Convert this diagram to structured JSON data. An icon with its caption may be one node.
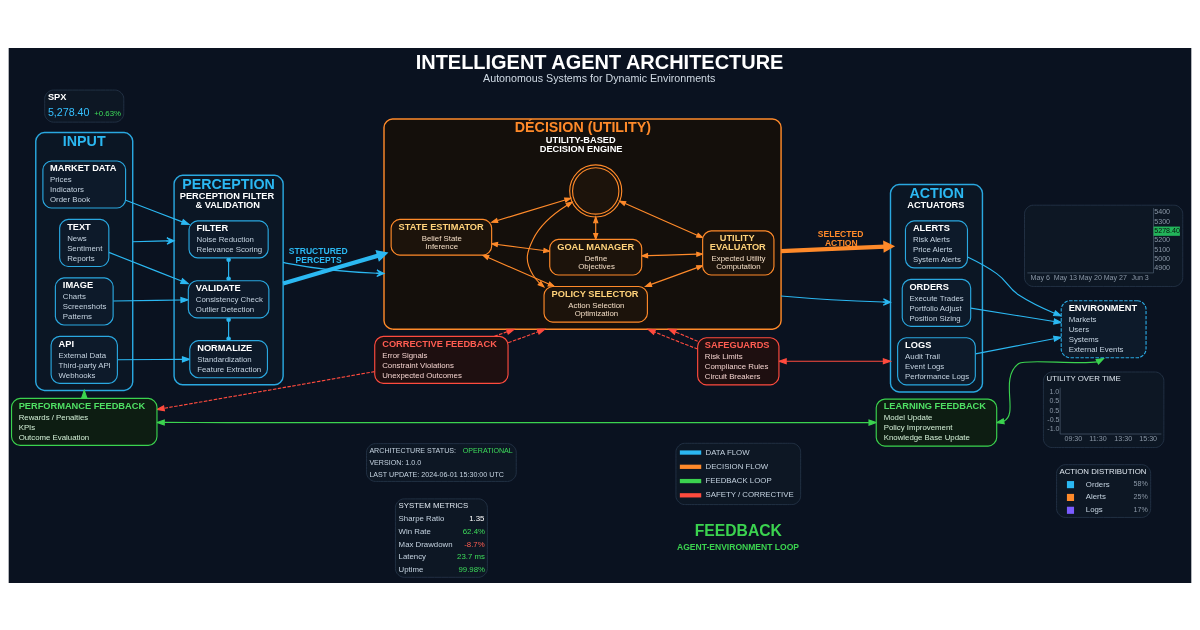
{
  "diagram": {
    "title": "INTELLIGENT AGENT ARCHITECTURE",
    "caption": "Autonomous Systems for Dynamic Environments",
    "nodes": [
      {
        "text": [
          "INPUT"
        ]
      },
      {
        "text": [
          "MARKET DATA",
          "Prices",
          "Indicators",
          "Order Book"
        ],
        "in": 0
      },
      {
        "text": [
          "TEXT",
          "News",
          "Sentiment",
          "Reports"
        ],
        "in": 0
      },
      {
        "text": [
          "IMAGE",
          "Charts",
          "Screenshots",
          "Patterns"
        ],
        "in": 0
      },
      {
        "text": [
          "API",
          "External Data",
          "Third-party API",
          "Webhooks"
        ],
        "in": 0
      },
      {
        "text": [
          "PERCEPTION",
          "PERCEPTION FILTER & VALIDATION"
        ]
      },
      {
        "text": [
          "FILTER",
          "Noise Reduction",
          "Relevance Scoring"
        ],
        "in": 5
      },
      {
        "text": [
          "VALIDATE",
          "Consistency Check",
          "Outlier Detection"
        ],
        "in": 5
      },
      {
        "text": [
          "NORMALIZE",
          "Standardization",
          "Feature Extraction"
        ],
        "in": 5
      },
      {
        "text": [
          "DÉCISION (UTILITY)",
          "UTILITY-BASED DECISION ENGINE"
        ]
      },
      {
        "text": [
          "GOAL MANAGER",
          "Define Objectives"
        ],
        "in": 9
      },
      {
        "text": [
          "STATE ESTIMATOR",
          "Belief State Inference"
        ],
        "in": 9
      },
      {
        "text": [],
        "shape": "circle",
        "in": 9
      },
      {
        "text": [
          "UTILITY EVALUATOR",
          "Expected Utility Computation"
        ],
        "in": 9
      },
      {
        "text": [
          "POLICY SELECTOR",
          "Action Selection Optimization"
        ],
        "in": 9
      },
      {
        "text": [
          "ACTION",
          "ACTUATORS"
        ]
      },
      {
        "text": [
          "ORDERS",
          "Execute Trades",
          "Portfolio Adjust",
          "Position Sizing"
        ],
        "in": 15
      },
      {
        "text": [
          "ALERTS",
          "Risk Alerts",
          "Price Alerts",
          "System Alerts"
        ],
        "in": 15
      },
      {
        "text": [
          "LOGS",
          "Audit Trail",
          "Event Logs",
          "Performance Logs"
        ],
        "in": 15
      },
      {
        "text": [
          "ENVIRONMENT",
          "Markets",
          "Users",
          "Systems",
          "External Events"
        ]
      },
      {
        "text": [
          "CORRECTIVE FEEDBACK",
          "Error Signals",
          "Constraint Violations",
          "Unexpected Outcomes"
        ]
      },
      {
        "text": [
          "SAFEGUARDS",
          "Risk Limits",
          "Compliance Rules",
          "Circuit Breakers"
        ]
      },
      {
        "text": [
          "PERFORMANCE FEEDBACK",
          "Rewards / Penalties",
          "KPIs",
          "Outcome Evaluation"
        ]
      },
      {
        "text": [
          "LEARNING FEEDBACK",
          "Model Update",
          "Policy Improvement",
          "Knowledge Base Update"
        ]
      }
    ],
    "edges": [
      {
        "from": 0,
        "to": 5,
        "arrow": "to"
      },
      {
        "from": 5,
        "to": 9,
        "arrow": "to"
      },
      {
        "from": 9,
        "to": 15,
        "arrow": "to"
      },
      {
        "from": 1,
        "to": 6,
        "arrow": "to"
      },
      {
        "from": 2,
        "to": 7,
        "arrow": "to"
      },
      {
        "from": 3,
        "to": 7,
        "arrow": "to"
      },
      {
        "from": 4,
        "to": 8,
        "arrow": "to"
      },
      {
        "from": 6,
        "to": 7,
        "arrow": "other"
      },
      {
        "from": 7,
        "to": 8,
        "arrow": "other"
      },
      {
        "from": 5,
        "to": 9,
        "arrow": "to",
        "label": "STRUCTURED PERCEPTS",
        "style": "thick"
      },
      {
        "from": 11,
        "to": 14,
        "arrow": "both",
        "color": "#ff8a2a"
      },
      {
        "from": 11,
        "to": 12,
        "arrow": "both",
        "color": "#ff8a2a"
      },
      {
        "from": 11,
        "to": 10,
        "arrow": "both",
        "color": "#ff8a2a"
      },
      {
        "from": 14,
        "to": 13,
        "arrow": "both",
        "color": "#ff8a2a"
      },
      {
        "from": 12,
        "to": 13,
        "arrow": "both",
        "color": "#ff8a2a"
      },
      {
        "from": 10,
        "to": 13,
        "arrow": "both",
        "color": "#ff8a2a"
      },
      {
        "from": 12,
        "to": 10,
        "arrow": "both",
        "color": "#ff8a2a"
      },
      {
        "from": 14,
        "to": 12,
        "arrow": "both",
        "color": "#ff8a2a"
      },
      {
        "from": 9,
        "to": 15,
        "arrow": "to",
        "label": "SELECTED ACTION",
        "style": "thick",
        "color": "#ff8a2a"
      },
      {
        "from": 16,
        "to": 19,
        "arrow": "to"
      },
      {
        "from": 17,
        "to": 19,
        "arrow": "to"
      },
      {
        "from": 18,
        "to": 19,
        "arrow": "to"
      },
      {
        "from": 20,
        "to": 9,
        "arrow": "to",
        "style": "dashed",
        "color": "#ff4b3e"
      },
      {
        "from": 20,
        "to": 9,
        "arrow": "to",
        "style": "dashed",
        "color": "#ff4b3e"
      },
      {
        "from": 21,
        "to": 9,
        "arrow": "to",
        "style": "dashed",
        "color": "#ff4b3e"
      },
      {
        "from": 21,
        "to": 9,
        "arrow": "to",
        "style": "dashed",
        "color": "#ff4b3e"
      },
      {
        "from": 21,
        "to": 15,
        "arrow": "both",
        "color": "#ff4b3e"
      },
      {
        "from": 20,
        "to": 22,
        "arrow": "to",
        "style": "dashed",
        "color": "#ff4b3e"
      },
      {
        "from": 22,
        "to": 0,
        "arrow": "to",
        "color": "#3bd34f"
      },
      {
        "from": 22,
        "to": 23,
        "arrow": "both",
        "color": "#3bd34f"
      },
      {
        "from": 23,
        "to": 19,
        "arrow": "both",
        "color": "#3bd34f"
      }
    ],
    "labels": [
      "SPX",
      "5,278.40",
      "+0.63%",
      "5400",
      "5300",
      "5278.40",
      "5200",
      "5100",
      "5000",
      "4900",
      "May 6",
      "May 13",
      "May 20",
      "May 27",
      "Jun 3",
      "SYSTEM METRICS",
      "Sharpe Ratio",
      "1.35",
      "Win Rate",
      "62.4%",
      "Max Drawdown",
      "-8.7%",
      "Latency",
      "23.7 ms",
      "Uptime",
      "99.98%",
      "FEEDBACK",
      "AGENT-ENVIRONMENT LOOP",
      "ACTION DISTRIBUTION",
      "Orders",
      "58%",
      "Alerts",
      "25%",
      "Logs",
      "17%",
      "UTILITY OVER TIME",
      "1.0",
      "0.5",
      "0.5",
      "-0.5",
      "-1.0",
      "09:30",
      "11:30",
      "13:30",
      "15:30",
      "ARCHITECTURE STATUS:",
      "OPERATIONAL",
      "VERSION: 1.0.0",
      "LAST UPDATE: 2024-06-01 15:30:00 UTC"
    ],
    "legend": [
      {
        "text": "DATA FLOW",
        "color": "#2bb8f2"
      },
      {
        "text": "DECISION FLOW",
        "color": "#ff8a2a"
      },
      {
        "text": "FEEDBACK LOOP",
        "color": "#3bd34f"
      },
      {
        "text": "SAFETY / CORRECTIVE",
        "color": "#ff4b3e"
      }
    ]
  }
}
